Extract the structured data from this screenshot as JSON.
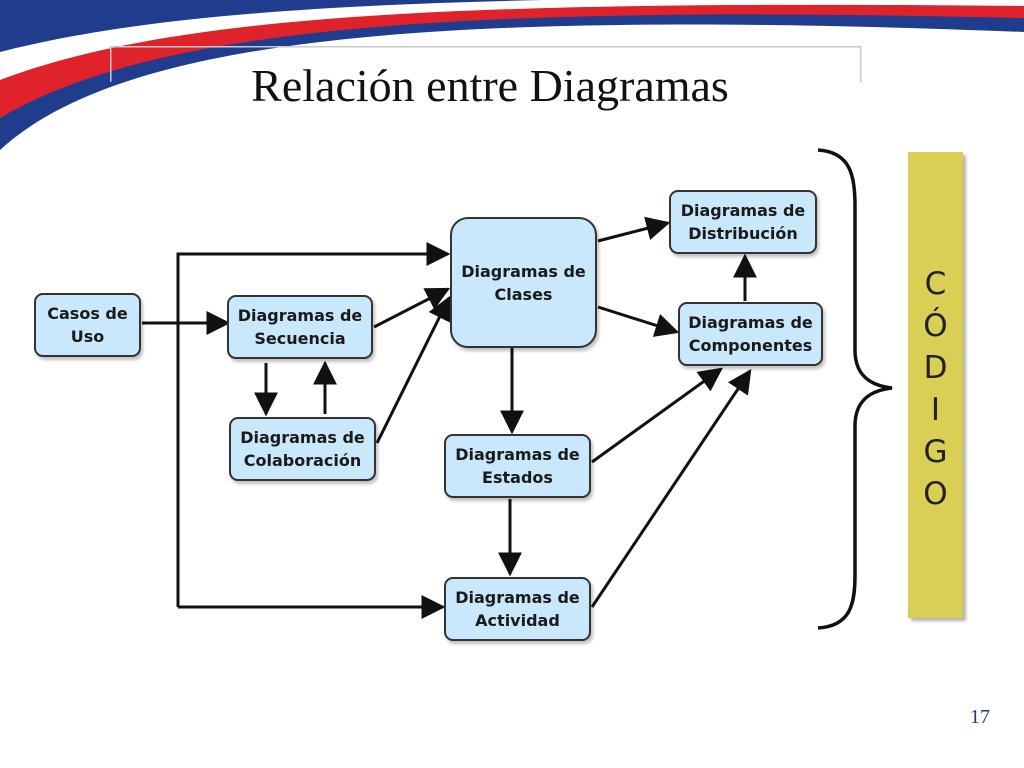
{
  "slide": {
    "title": "Relación entre Diagramas",
    "page_number": "17"
  },
  "nodes": {
    "casos_uso": "Casos de\nUso",
    "secuencia": "Diagramas de\nSecuencia",
    "colaboracion": "Diagramas de\nColaboración",
    "clases": "Diagramas de\nClases",
    "estados": "Diagramas de\nEstados",
    "actividad": "Diagramas de\nActividad",
    "distribucion": "Diagramas de\nDistribución",
    "componentes": "Diagramas de\nComponentes"
  },
  "code_label": {
    "letters": [
      "C",
      "Ó",
      "D",
      "I",
      "G",
      "O"
    ]
  },
  "colors": {
    "node_fill": "#c9e8fb",
    "code_panel": "#d9cf55",
    "banner_red": "#e0232b",
    "banner_blue": "#1f3d8c"
  }
}
